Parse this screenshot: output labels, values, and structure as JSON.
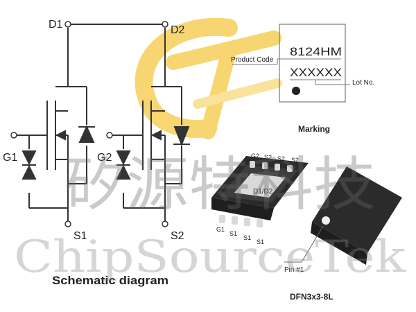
{
  "schematic": {
    "pins": {
      "d1": "D1",
      "d2": "D2",
      "g1": "G1",
      "g2": "G2",
      "s1": "S1",
      "s2": "S2"
    },
    "caption": "Schematic diagram"
  },
  "marking": {
    "product_code_label": "Product Code",
    "product_code": "8124HM",
    "lot_code": "XXXXXX",
    "lot_label": "Lot No.",
    "caption": "Marking"
  },
  "package": {
    "top_pins": [
      "G2",
      "S2",
      "S2",
      "S2"
    ],
    "bottom_pins": [
      "G1",
      "S1",
      "S1",
      "S1"
    ],
    "center_label": "D1/D2",
    "pin1_label": "Pin #1",
    "caption": "DFN3x3-8L"
  },
  "watermark": {
    "cn": "矽源特科技",
    "en": "ChipSourceTek",
    "logo": "ST"
  },
  "colors": {
    "logo_yellow": "#f5c842",
    "line": "#333333",
    "chip_dark": "#2b2b2b",
    "pad": "#d9d9d9"
  }
}
